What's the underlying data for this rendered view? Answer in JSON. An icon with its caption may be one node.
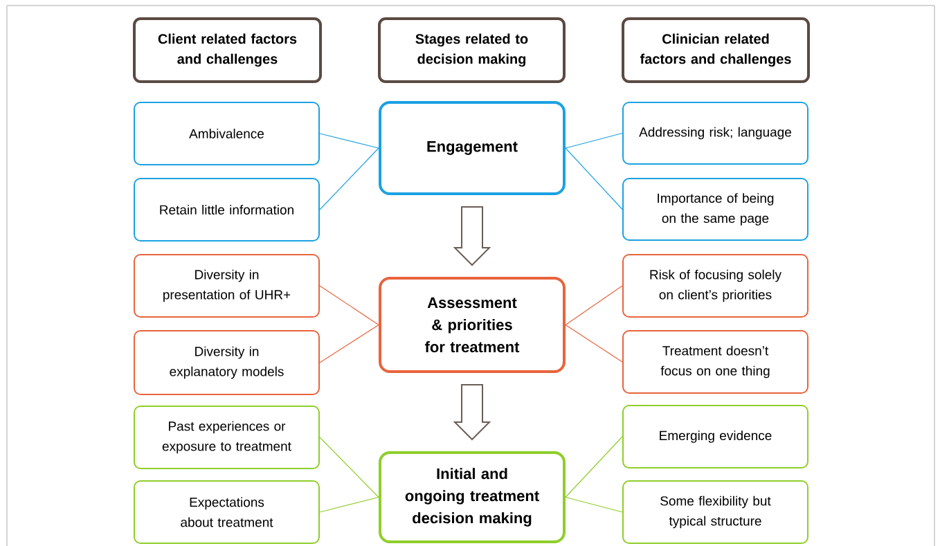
{
  "diagram": {
    "nodes": [
      {
        "text": [
          "Client related factors and challenges"
        ]
      },
      {
        "text": [
          "Stages related to decision making"
        ]
      },
      {
        "text": [
          "Clinician related factors and challenges"
        ]
      },
      {
        "text": [
          "Engagement"
        ]
      },
      {
        "text": [
          "Ambivalence"
        ]
      },
      {
        "text": [
          "Retain little information"
        ]
      },
      {
        "text": [
          "Addressing risk; language"
        ]
      },
      {
        "text": [
          "Importance of being on the same page"
        ]
      },
      {
        "text": [
          "Assessment & priorities for treatment"
        ]
      },
      {
        "text": [
          "Diversity in presentation of UHR+"
        ]
      },
      {
        "text": [
          "Diversity in explanatory models"
        ]
      },
      {
        "text": [
          "Risk of focusing solely on client’s priorities"
        ]
      },
      {
        "text": [
          "Treatment doesn’t focus on one thing"
        ]
      },
      {
        "text": [
          "Initial and ongoing treatment decision making"
        ]
      },
      {
        "text": [
          "Past experiences or exposure to treatment"
        ]
      },
      {
        "text": [
          "Expectations about treatment"
        ]
      },
      {
        "text": [
          "Emerging evidence"
        ]
      },
      {
        "text": [
          "Some flexibility but typical structure"
        ]
      }
    ],
    "edges": [
      {
        "from": 4,
        "to": 3,
        "arrow": "none",
        "color": "#1ba1e2"
      },
      {
        "from": 5,
        "to": 3,
        "arrow": "none",
        "color": "#1ba1e2"
      },
      {
        "from": 3,
        "to": 6,
        "arrow": "none",
        "color": "#1ba1e2"
      },
      {
        "from": 3,
        "to": 7,
        "arrow": "none",
        "color": "#1ba1e2"
      },
      {
        "from": 3,
        "to": 8,
        "arrow": "to",
        "color": "#6b5e57"
      },
      {
        "from": 9,
        "to": 8,
        "arrow": "none",
        "color": "#e8643c"
      },
      {
        "from": 10,
        "to": 8,
        "arrow": "none",
        "color": "#e8643c"
      },
      {
        "from": 8,
        "to": 11,
        "arrow": "none",
        "color": "#e8643c"
      },
      {
        "from": 8,
        "to": 12,
        "arrow": "none",
        "color": "#e8643c"
      },
      {
        "from": 8,
        "to": 13,
        "arrow": "to",
        "color": "#6b5e57"
      },
      {
        "from": 14,
        "to": 13,
        "arrow": "none",
        "color": "#8fce2a"
      },
      {
        "from": 15,
        "to": 13,
        "arrow": "none",
        "color": "#8fce2a"
      },
      {
        "from": 13,
        "to": 16,
        "arrow": "none",
        "color": "#8fce2a"
      },
      {
        "from": 13,
        "to": 17,
        "arrow": "none",
        "color": "#8fce2a"
      }
    ]
  }
}
